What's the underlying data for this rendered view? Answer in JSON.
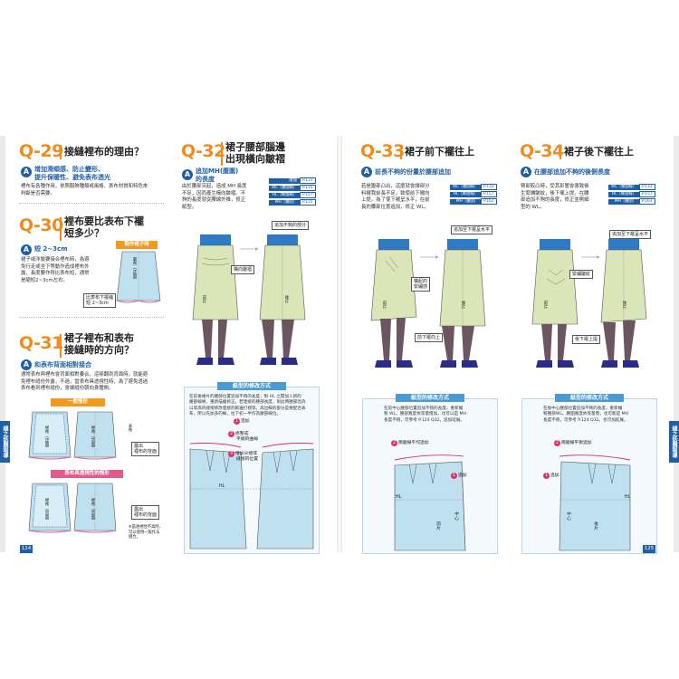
{
  "colors": {
    "accent": "#f08c1e",
    "blue": "#1e5fa8",
    "skirt_green": "#dbe6b8",
    "skirt_blue": "#bfe0ef",
    "stocking": "#6b5560",
    "shoe": "#2b2b8a",
    "leg": "#f6d9c4"
  },
  "left_page": {
    "q29": {
      "num": "Q-29",
      "title": "接縫裡布的理由？",
      "answer_l1": "增加滑順感、防止變形、",
      "answer_l2": "提升保暖性、避免表布透光",
      "body_l1": "裡布有各種作用，依照服飾種類或風格、表布材質和特色來",
      "body_l2": "判斷是否需要。"
    },
    "q30": {
      "num": "Q-30",
      "title_l1": "裡布要比表布下襬",
      "title_l2": "短多少？",
      "answer": "短 2~3cm",
      "body_l1": "裙子或洋裝要接合裡布時，為避",
      "body_l2": "免行走或坐下等動作造成裡布外",
      "body_l3": "露，長度要作得比表布短，通常",
      "body_l4": "是縮短2~3cm左右。",
      "tag": "製作裙子時",
      "skirt_label": "裏布（正面）",
      "callout_l1": "比表布下襬縮",
      "callout_l2": "短 2~3cm"
    },
    "q31": {
      "num": "Q-31",
      "title_l1": "裙子裡布和表布",
      "title_l2": "接縫時的方向？",
      "answer": "和表布背面相對接合",
      "body_l1": "通常表布與裡布會背面相對疊合，這樣翻到背面時，就能避",
      "body_l2": "免裡布縫份外露，不過，當表布具透視性時，為了避免透過",
      "body_l3": "表布看到裡布縫份，會讓縫份朝向身體側。",
      "tag1": "一般情形",
      "tag2": "表布具透視性的情形",
      "lbl_lining_front": "裡布（正面）",
      "lbl_lining_back": "裡布（背面）",
      "lbl_shell": "表布",
      "lbl_seam_hidden_l1": "露出",
      "lbl_seam_hidden_l2": "裡布的背面",
      "lbl_seam_shown_l1": "露出",
      "lbl_seam_shown_l2": "裡布的背面",
      "note_l1": "※當透視性不高時，",
      "note_l2": "可以使用一般作法",
      "note_l3": "縫合。"
    },
    "q32": {
      "num": "Q-32",
      "title_l1": "裙子腰部腦邊",
      "title_l2": "出現橫向皺褶",
      "answer_l1": "追加MH(腹圍)",
      "answer_l2": "的長度",
      "body_l1": "由於腰部突起，造成 MH 長度",
      "body_l2": "不足，因而產生橫向皺褶。不",
      "body_l3": "夠的長度就從腰線外推，修正",
      "body_l4": "紙型。",
      "meas": [
        {
          "k": "腰圍",
          "v": "P.131"
        },
        {
          "k": "WL（腰圍線）",
          "v": "P.135"
        },
        {
          "k": "HL（臀圍線）",
          "v": "P.157"
        },
        {
          "k": "MH（腹圍）",
          "v": "P.135"
        }
      ],
      "lbl_wrinkle": "橫向皺褶",
      "lbl_add": "追加不夠的部分",
      "lbl_front": "前片",
      "lbl_back": "後片",
      "method_title": "紙型的修改方式",
      "method_l1": "在前後裙片的腰部位置追加不夠的長度，對 HL 之間加入新的",
      "method_l2": "腰部線條。重新描繪修正。若連接的腰部長度，則此時腰部因為",
      "method_l3": "以等高的縫褶修改連接的鉤邊打褶等。高出線的部分是要配合表",
      "method_l4": "布，所以先加多的線，拉下初一半作為腰部線位。",
      "step1": "追加",
      "step2_l1": "修整成",
      "step2_l2": "平順的曲線",
      "step3_l1": "增加尖褶或",
      "step3_l2": "縫褶的位置",
      "lbl_hl": "HL"
    },
    "page_number": "124",
    "side_tab": "縫之話題報導"
  },
  "right_page": {
    "q33": {
      "num": "Q-33",
      "title": "裙子前下襬往上",
      "answer": "前長不夠的份量於腰部追加",
      "body_l1": "若是腹部凸出，這麼就會讓部分",
      "body_l2": "料襬我前長不足，致使前下襬向",
      "body_l3": "上提。為了使下襬呈水平，在前",
      "body_l4": "長的腰部位置追加，修正 WL。",
      "meas": [
        {
          "k": "WL（腰圍線）",
          "v": "P.133"
        },
        {
          "k": "HL（臀圍線）",
          "v": "P.157"
        },
        {
          "k": "MH（腹圍）",
          "v": "P.162"
        }
      ],
      "lbl_hem": "追加至下襬呈水平",
      "lbl_wrinkle_l1": "橫起的",
      "lbl_wrinkle_l2": "緊繃感",
      "lbl_up": "前下襬向上",
      "lbl_front": "前片",
      "lbl_back": "後片",
      "method_title": "紙型的修改方式",
      "method_l1": "在前中心腰部位置追加不夠的長度，重新繪",
      "method_l2": "製 WL。腰部寬度依等量增加，也可以是 MH",
      "method_l3": "長度不夠，可參考 P.124 Q32。追加延展。",
      "step1": "兩腿線平均追加",
      "step2": "追加",
      "lbl_center": "中心",
      "lbl_hl": "HL",
      "lbl_front2": "前片"
    },
    "q34": {
      "num": "Q-34",
      "title": "裙子後下襬往上",
      "answer": "在腰部追加不夠的後側長度",
      "body_l1": "臀部較凸時，受其影響會導致後",
      "body_l2": "生緊繃皺紋，後下襬上提。在腰",
      "body_l3": "部追加不夠的長度，修正並側細",
      "body_l4": "型的 WL。",
      "meas": [
        {
          "k": "WL（腰圍線）",
          "v": "P.133"
        },
        {
          "k": "HL（臀圍線）",
          "v": "P.157"
        },
        {
          "k": "MH（腹圍）",
          "v": "P.163"
        }
      ],
      "lbl_hem": "追加至下襬呈水平",
      "lbl_wrinkle": "緊繃皺紋",
      "lbl_up": "後下襬上提",
      "lbl_front": "前片",
      "lbl_back": "後片",
      "method_title": "紙型的修改方式",
      "method_l1": "在後中心腰部位置追加不夠的長度，重新繪",
      "method_l2": "製腰部WL。腰圍寬度依等量而，也可能是 MH",
      "method_l3": "長度不夠，可參考 P.124 Q32。也可加延展。",
      "step1": "兩腿線平衡追加",
      "step2": "追加",
      "lbl_center": "中心",
      "lbl_hl": "HL",
      "lbl_back2": "後片"
    },
    "page_number": "125",
    "side_tab": "縫之話題報導"
  }
}
